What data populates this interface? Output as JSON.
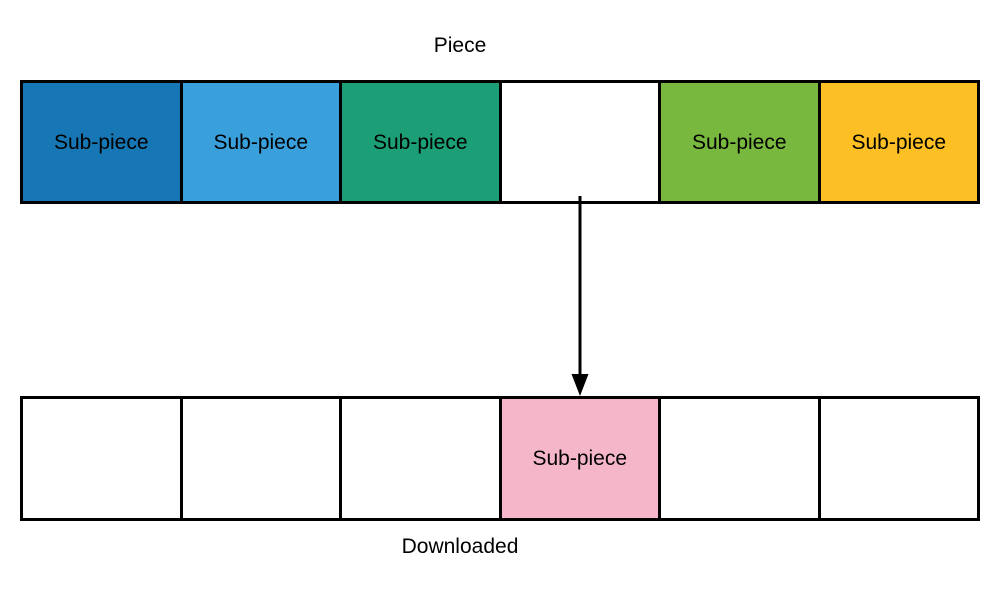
{
  "diagram": {
    "type": "block-diagram",
    "title_top": "Piece",
    "title_bottom": "Downloaded",
    "piece_bar": {
      "label": "Piece",
      "cell_count": 6,
      "cells": [
        {
          "label": "Sub-piece",
          "color": "#1777b4",
          "filled": true
        },
        {
          "label": "Sub-piece",
          "color": "#3aa0dc",
          "filled": true
        },
        {
          "label": "Sub-piece",
          "color": "#1c9e77",
          "filled": true
        },
        {
          "label": "",
          "color": "#ffffff",
          "filled": false
        },
        {
          "label": "Sub-piece",
          "color": "#79b83f",
          "filled": true
        },
        {
          "label": "Sub-piece",
          "color": "#fcc024",
          "filled": true
        }
      ]
    },
    "downloaded_bar": {
      "label": "Downloaded",
      "cell_count": 6,
      "cells": [
        {
          "label": "",
          "color": "#ffffff",
          "filled": false
        },
        {
          "label": "",
          "color": "#ffffff",
          "filled": false
        },
        {
          "label": "",
          "color": "#ffffff",
          "filled": false
        },
        {
          "label": "Sub-piece",
          "color": "#f5b6ca",
          "filled": true
        },
        {
          "label": "",
          "color": "#ffffff",
          "filled": false
        },
        {
          "label": "",
          "color": "#ffffff",
          "filled": false
        }
      ]
    },
    "arrow": {
      "name": "down-arrow",
      "direction": "down",
      "from_cell_index": 3,
      "to_cell_index": 3,
      "color": "#000000"
    },
    "stroke_color": "#000000",
    "background": "#ffffff"
  }
}
